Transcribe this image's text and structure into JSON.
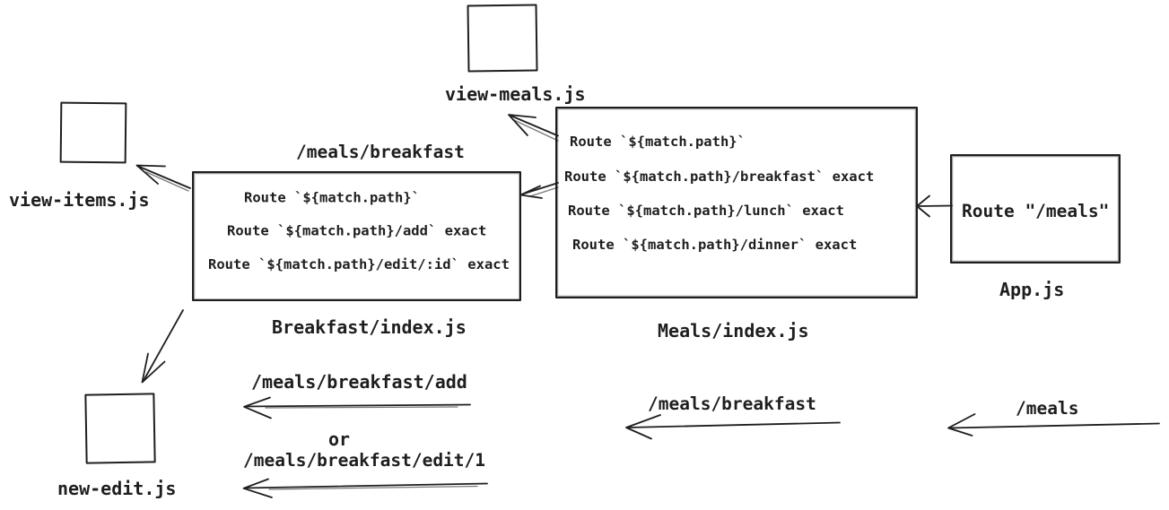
{
  "diagram": {
    "colors": {
      "stroke": "#1e1e1e",
      "background": "#ffffff"
    },
    "nodes": {
      "view_meals": {
        "label": "view-meals.js"
      },
      "view_items": {
        "label": "view-items.js"
      },
      "new_edit": {
        "label": "new-edit.js"
      },
      "breakfast_index": {
        "label": "Breakfast/index.js",
        "path_label": "/meals/breakfast",
        "routes": [
          "Route `${match.path}`",
          "Route `${match.path}/add` exact",
          "Route `${match.path}/edit/:id` exact"
        ]
      },
      "meals_index": {
        "label": "Meals/index.js",
        "routes": [
          "Route `${match.path}`",
          "Route `${match.path}/breakfast` exact",
          "Route `${match.path}/lunch` exact",
          "Route `${match.path}/dinner` exact"
        ]
      },
      "app": {
        "label": "App.js",
        "route": "Route \"/meals\""
      }
    },
    "arrow_labels": {
      "add": "/meals/breakfast/add",
      "or": "or",
      "edit": "/meals/breakfast/edit/1",
      "breakfast": "/meals/breakfast",
      "meals": "/meals"
    }
  }
}
